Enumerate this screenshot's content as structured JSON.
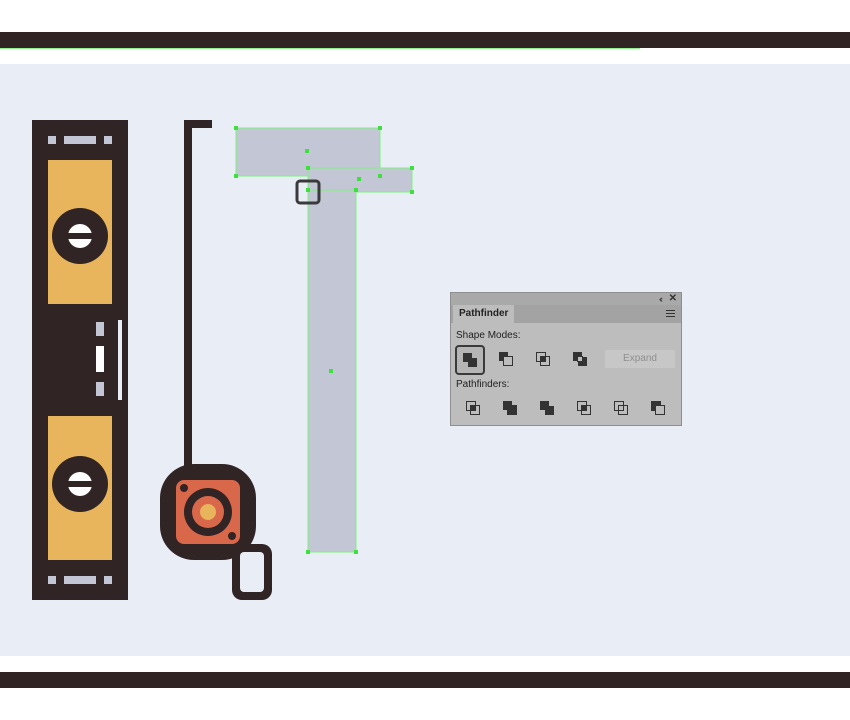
{
  "canvas": {
    "background": "#e9edf6",
    "frame_color": "#302424",
    "selection_color": "#7cf27c"
  },
  "artwork": {
    "spirit_level": {
      "body_color": "#302424",
      "fill_color": "#e8b45c",
      "vial_color": "#c2c6d5"
    },
    "tape_measure": {
      "body_color": "#302424",
      "face_color": "#d9674a",
      "center_color": "#e8b45c"
    },
    "selected_shapes": {
      "fill": "#c2c6d5"
    }
  },
  "pathfinder": {
    "tab_label": "Pathfinder",
    "collapse_glyph": "‹‹",
    "close_glyph": "✕",
    "shape_modes_label": "Shape Modes:",
    "pathfinders_label": "Pathfinders:",
    "expand_label": "Expand",
    "shape_mode_icons": [
      "unite-icon",
      "minus-front-icon",
      "intersect-icon",
      "exclude-icon"
    ],
    "pathfinder_icons": [
      "divide-icon",
      "trim-icon",
      "merge-icon",
      "crop-icon",
      "outline-icon",
      "minus-back-icon"
    ]
  }
}
